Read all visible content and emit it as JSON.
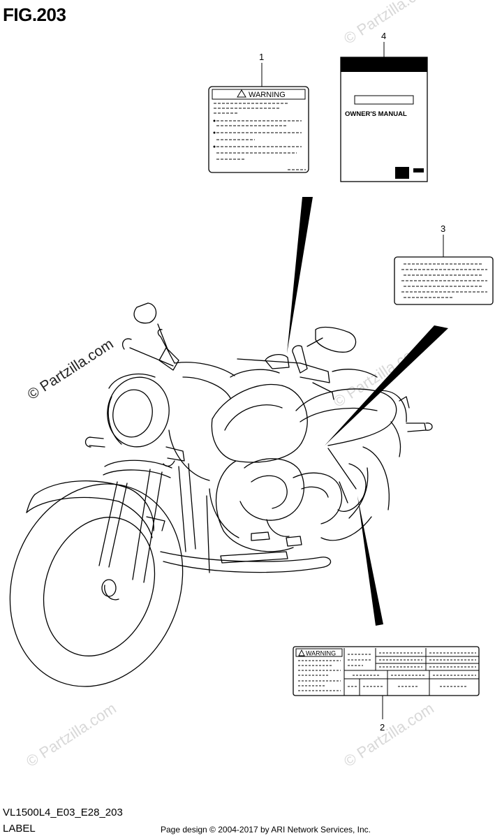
{
  "figure": {
    "title": "FIG.203",
    "model_code": "VL1500L4_E03_E28_203",
    "section": "LABEL",
    "credit": "Page design © 2004-2017 by ARI Network Services, Inc."
  },
  "watermark": {
    "text": "© Partzilla.com"
  },
  "callouts": [
    {
      "number": "1"
    },
    {
      "number": "2"
    },
    {
      "number": "3"
    },
    {
      "number": "4"
    }
  ],
  "labels": {
    "warning_text": "WARNING",
    "manual_title": "OWNER'S MANUAL"
  }
}
